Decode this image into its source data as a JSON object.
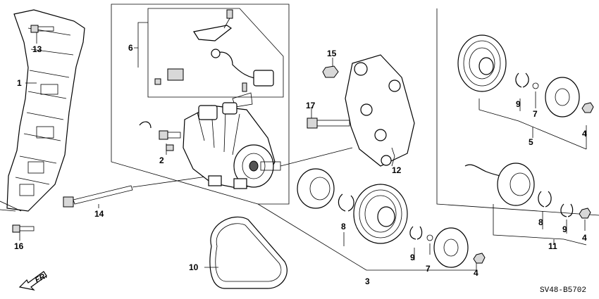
{
  "diagram": {
    "callouts": [
      "1",
      "2",
      "3",
      "4",
      "4",
      "4",
      "5",
      "6",
      "7",
      "7",
      "8",
      "8",
      "9",
      "9",
      "9",
      "10",
      "11",
      "12",
      "13",
      "14",
      "15",
      "16",
      "17"
    ],
    "direction_label": "FR.",
    "drawing_code": "SV48-B5702"
  }
}
